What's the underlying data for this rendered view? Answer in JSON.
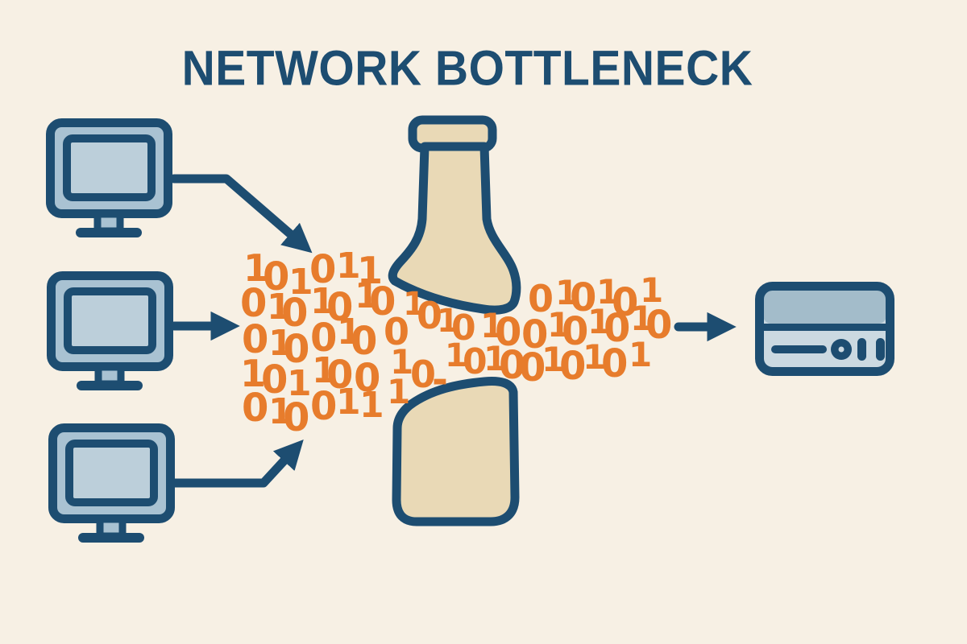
{
  "title": "NETWORK BOTTLENECK",
  "colors": {
    "background": "#f7f0e4",
    "navy": "#1d4d71",
    "orange": "#e77c2c",
    "device_fill": "#a9c2d2",
    "screen_fill": "#bccfda",
    "bottle_fill": "#e9d9b6",
    "server_top": "#a3bcca",
    "server_bottom": "#cbd9e1"
  },
  "flow": {
    "sources": [
      {
        "icon": "computer-icon"
      },
      {
        "icon": "computer-icon"
      },
      {
        "icon": "computer-icon"
      }
    ],
    "bottleneck": {
      "top_icon": "bottle-top-icon",
      "bottom_icon": "bottle-bottom-icon"
    },
    "destination": {
      "icon": "server-icon"
    },
    "arrows": [
      "computer-1-to-stream",
      "computer-2-to-stream",
      "computer-3-to-stream",
      "stream-to-server"
    ]
  },
  "binary": {
    "digits": [
      [
        "1",
        302,
        318,
        46
      ],
      [
        "0",
        326,
        329,
        48
      ],
      [
        "1",
        358,
        337,
        44
      ],
      [
        "0",
        384,
        320,
        48
      ],
      [
        "1",
        417,
        317,
        44
      ],
      [
        "1",
        443,
        321,
        46
      ],
      [
        "0",
        298,
        362,
        48
      ],
      [
        "1",
        331,
        368,
        44
      ],
      [
        "0",
        349,
        374,
        48
      ],
      [
        "1",
        385,
        361,
        44
      ],
      [
        "0",
        405,
        367,
        48
      ],
      [
        "1",
        440,
        354,
        44
      ],
      [
        "0",
        458,
        360,
        48
      ],
      [
        "1",
        500,
        365,
        40
      ],
      [
        "0",
        517,
        377,
        46
      ],
      [
        "0",
        655,
        356,
        46
      ],
      [
        "1",
        689,
        351,
        42
      ],
      [
        "0",
        707,
        355,
        48
      ],
      [
        "1",
        740,
        350,
        42
      ],
      [
        "0",
        759,
        361,
        48
      ],
      [
        "1",
        794,
        348,
        42
      ],
      [
        "0",
        300,
        407,
        48
      ],
      [
        "1",
        333,
        413,
        44
      ],
      [
        "0",
        351,
        419,
        48
      ],
      [
        "0",
        385,
        405,
        48
      ],
      [
        "1",
        418,
        399,
        44
      ],
      [
        "0",
        435,
        409,
        48
      ],
      [
        "0",
        476,
        397,
        46
      ],
      [
        "1",
        542,
        386,
        40
      ],
      [
        "0",
        560,
        394,
        44
      ],
      [
        "1",
        596,
        392,
        42
      ],
      [
        "0",
        614,
        398,
        48
      ],
      [
        "0",
        647,
        401,
        48
      ],
      [
        "1",
        679,
        391,
        42
      ],
      [
        "0",
        697,
        397,
        48
      ],
      [
        "1",
        729,
        387,
        42
      ],
      [
        "0",
        749,
        393,
        48
      ],
      [
        "1",
        782,
        383,
        42
      ],
      [
        "0",
        801,
        389,
        48
      ],
      [
        "1",
        298,
        449,
        46
      ],
      [
        "0",
        324,
        457,
        48
      ],
      [
        "1",
        356,
        463,
        44
      ],
      [
        "1",
        387,
        447,
        44
      ],
      [
        "0",
        405,
        451,
        48
      ],
      [
        "0",
        439,
        455,
        48
      ],
      [
        "1",
        484,
        437,
        42
      ],
      [
        "0",
        509,
        450,
        46
      ],
      [
        "-",
        536,
        457,
        48
      ],
      [
        "1",
        552,
        429,
        40
      ],
      [
        "0",
        574,
        436,
        44
      ],
      [
        "1",
        600,
        433,
        42
      ],
      [
        "0",
        619,
        439,
        48
      ],
      [
        "0",
        644,
        442,
        48
      ],
      [
        "1",
        672,
        434,
        42
      ],
      [
        "0",
        694,
        440,
        48
      ],
      [
        "1",
        723,
        431,
        42
      ],
      [
        "0",
        746,
        437,
        48
      ],
      [
        "1",
        780,
        428,
        42
      ],
      [
        "0",
        300,
        492,
        48
      ],
      [
        "1",
        333,
        498,
        44
      ],
      [
        "0",
        351,
        504,
        48
      ],
      [
        "0",
        385,
        490,
        48
      ],
      [
        "1",
        417,
        486,
        44
      ],
      [
        "1",
        446,
        490,
        44
      ],
      [
        "1",
        480,
        474,
        42
      ]
    ]
  }
}
